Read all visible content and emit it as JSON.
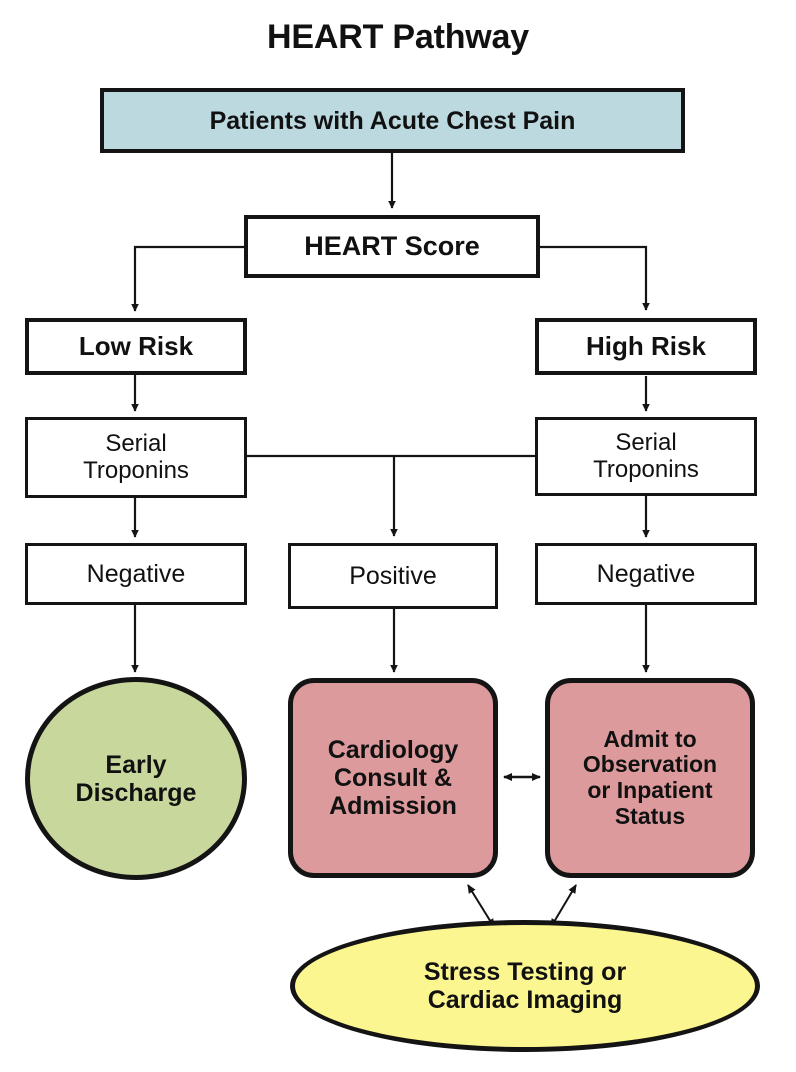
{
  "title": "HEART Pathway",
  "colors": {
    "start_fill": "#bcd9e0",
    "discharge_fill": "#c8d79c",
    "admit_fill": "#dd9a9c",
    "imaging_fill": "#fbf68f",
    "plain_fill": "#ffffff",
    "stroke": "#141414"
  },
  "nodes": {
    "start": {
      "label": "Patients with Acute Chest Pain"
    },
    "score": {
      "label": "HEART Score"
    },
    "low_risk": {
      "label": "Low Risk"
    },
    "high_risk": {
      "label": "High Risk"
    },
    "serial_troponins_low": {
      "line1": "Serial",
      "line2": "Troponins"
    },
    "serial_troponins_high": {
      "line1": "Serial",
      "line2": "Troponins"
    },
    "negative_low": {
      "label": "Negative"
    },
    "positive": {
      "label": "Positive"
    },
    "negative_high": {
      "label": "Negative"
    },
    "early_discharge": {
      "line1": "Early",
      "line2": "Discharge"
    },
    "cardiology": {
      "line1": "Cardiology",
      "line2": "Consult &",
      "line3": "Admission"
    },
    "admit": {
      "line1": "Admit to",
      "line2": "Observation",
      "line3": "or Inpatient",
      "line4": "Status"
    },
    "imaging": {
      "line1": "Stress Testing or",
      "line2": "Cardiac Imaging"
    }
  }
}
